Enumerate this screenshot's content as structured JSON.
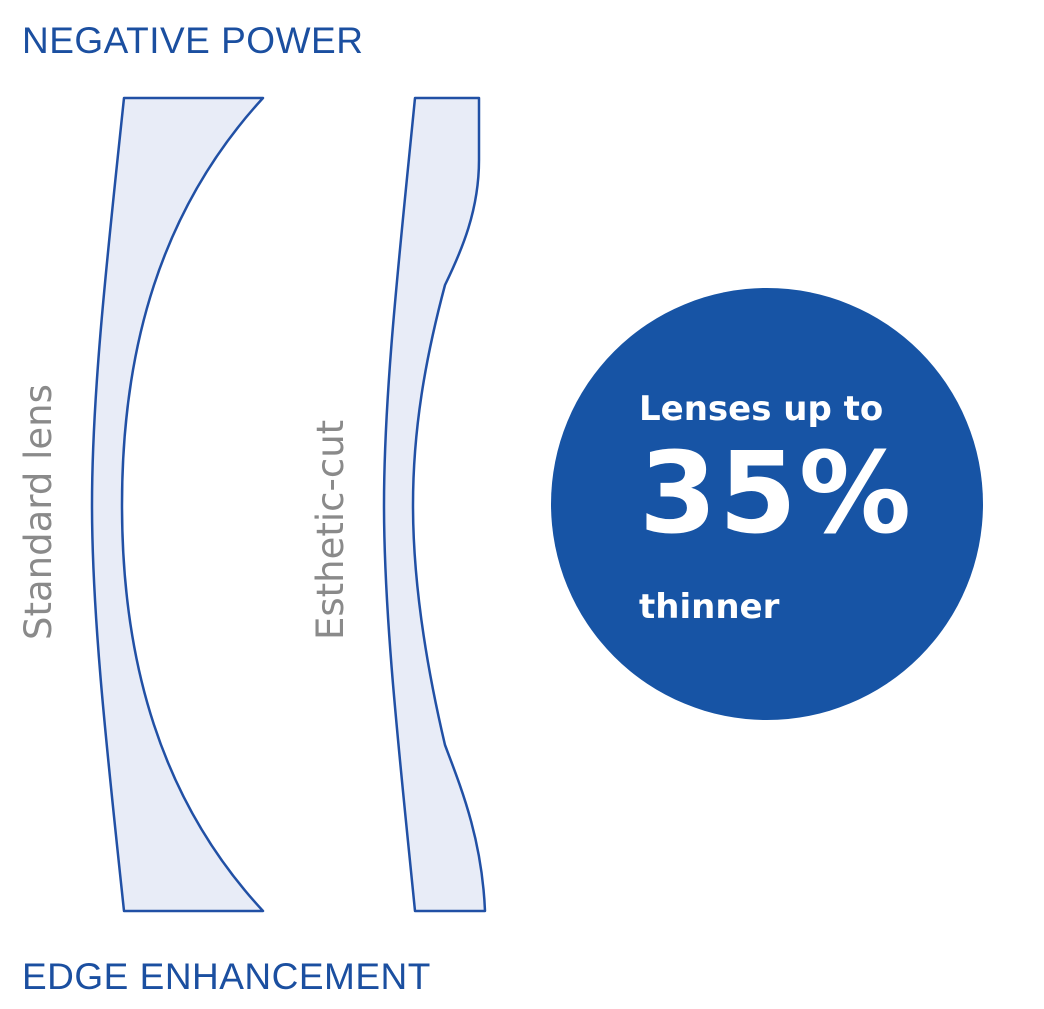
{
  "headings": {
    "top": "NEGATIVE POWER",
    "bottom": "EDGE ENHANCEMENT"
  },
  "lenses": [
    {
      "label": "Standard lens"
    },
    {
      "label": "Esthetic-cut"
    }
  ],
  "badge": {
    "line1": "Lenses up to",
    "value": "35%",
    "line3": "thinner"
  },
  "colors": {
    "heading": "#1b4fa0",
    "lens_stroke": "#2150a5",
    "lens_fill": "#e8ecf7",
    "label": "#8a8a8a",
    "badge": "#1754a5",
    "badge_text": "#ffffff"
  }
}
